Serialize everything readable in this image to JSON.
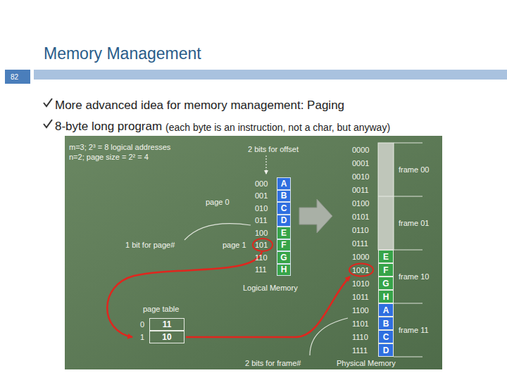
{
  "diagram": {
    "title": "Memory Management",
    "nodes": [
      {
        "text": [
          "A"
        ]
      },
      {
        "text": [
          "B"
        ]
      },
      {
        "text": [
          "C"
        ]
      },
      {
        "text": [
          "D"
        ]
      },
      {
        "text": [
          "E"
        ]
      },
      {
        "text": [
          "F"
        ]
      },
      {
        "text": [
          "G"
        ]
      },
      {
        "text": [
          "H"
        ]
      },
      {
        "text": [
          "11"
        ]
      },
      {
        "text": [
          "10"
        ]
      },
      {
        "text": [
          "E"
        ]
      },
      {
        "text": [
          "F"
        ]
      },
      {
        "text": [
          "G"
        ]
      },
      {
        "text": [
          "H"
        ]
      },
      {
        "text": [
          "A"
        ]
      },
      {
        "text": [
          "B"
        ]
      },
      {
        "text": [
          "C"
        ]
      },
      {
        "text": [
          "D"
        ]
      }
    ],
    "labels": [
      "82",
      "More advanced idea for memory management: Paging",
      "8-byte long program",
      "(each byte is an instruction, not a char, but anyway)",
      "m=3; 2³ = 8 logical addresses",
      "n=2; page size = 2² = 4",
      "2 bits for offset",
      "page 0",
      "page 1",
      "1 bit for page#",
      "000",
      "001",
      "010",
      "011",
      "100",
      "101",
      "110",
      "111",
      "Logical Memory",
      "0000",
      "0001",
      "0010",
      "0011",
      "0100",
      "0101",
      "0110",
      "0111",
      "1000",
      "1001",
      "1010",
      "1011",
      "1100",
      "1101",
      "1110",
      "1111",
      "frame 00",
      "frame 01",
      "frame 10",
      "frame 11",
      "page table",
      "0",
      "1",
      "2 bits for frame#",
      "Physical Memory"
    ]
  }
}
